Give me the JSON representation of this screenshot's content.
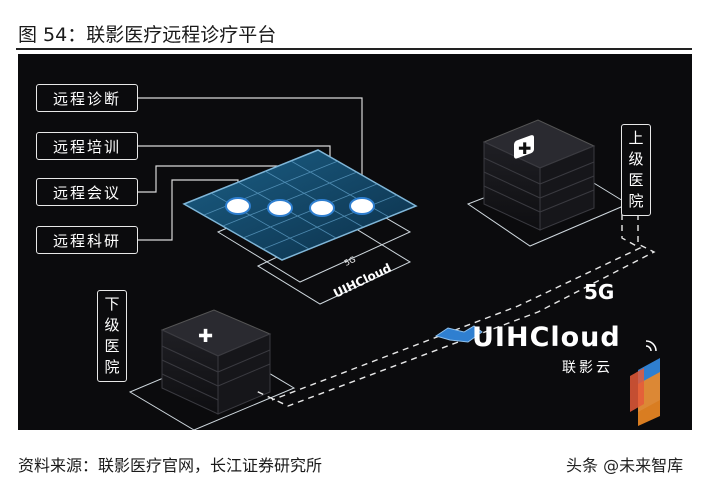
{
  "caption": "图 54：联影医疗远程诊疗平台",
  "figure": {
    "services": [
      "远程诊断",
      "远程培训",
      "远程会议",
      "远程科研"
    ],
    "platform_label_5g": "5G",
    "platform_brand": "UIHCloud",
    "upper_hospital": "上\n级\n医\n院",
    "lower_hospital": "下\n级\n医\n院",
    "network_label": "5G",
    "brand_en": "UIHCloud",
    "brand_cn": "联影云",
    "colors": {
      "grid": "#7fb6d8",
      "panel": "#0f3a57",
      "accent_orange": "#f08a24",
      "accent_blue": "#2f7fd0",
      "background": "#0b0b0d"
    }
  },
  "source": "资料来源：联影医疗官网，长江证券研究所",
  "watermark": "头条 @未来智库"
}
